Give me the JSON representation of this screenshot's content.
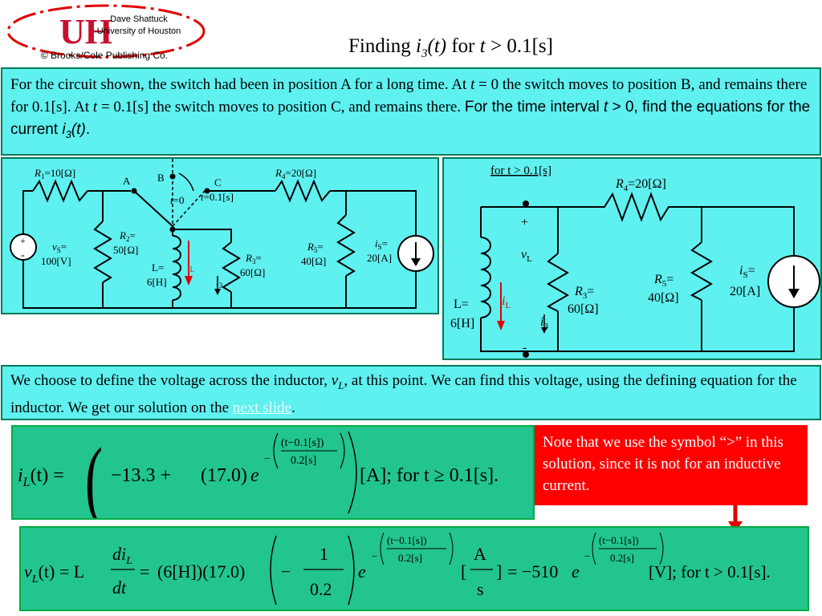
{
  "header": {
    "author": "Dave Shattuck",
    "institution": "University of Houston",
    "copyright": "© Brooks/Cole Publishing Co.",
    "logo_letters": "UH",
    "title_prefix": "Finding ",
    "title_var": "i",
    "title_sub": "3",
    "title_arg": "(t)",
    "title_for": " for ",
    "title_t": "t",
    "title_rest": " > 0.1[s]"
  },
  "problem": {
    "part1": "For the circuit shown, the switch had been in position A for a long time.  At ",
    "t1": "t",
    "part2": " = 0 the switch moves to position B, and remains there for 0.1[s].  At ",
    "t2": "t",
    "part3": " = 0.1[s] the switch moves to position C, and remains there.  ",
    "part4": "For the time interval ",
    "t3": "t",
    "part5": " > 0, find the equations for the current ",
    "var": "i",
    "sub": "3",
    "part6": "(t)",
    "part7": "."
  },
  "circuit_left": {
    "r1": "=10[Ω]",
    "r1_label": "R",
    "r1_sub": "1",
    "r4": "=20[Ω]",
    "r4_label": "R",
    "r4_sub": "4",
    "r2_label": "R",
    "r2_sub": "2",
    "r2_eq": "=",
    "r2_val": "50[Ω]",
    "r3_label": "R",
    "r3_sub": "3",
    "r3_eq": "=",
    "r3_val": "60[Ω]",
    "r5_label": "R",
    "r5_sub": "5",
    "r5_eq": "=",
    "r5_val": "40[Ω]",
    "vs_label": "v",
    "vs_sub": "S",
    "vs_eq": "=",
    "vs_val": "100[V]",
    "is_label": "i",
    "is_sub": "S",
    "is_eq": "=",
    "is_val": "20[A]",
    "l_label": "L=",
    "l_val": "6[H]",
    "il_label": "i",
    "il_sub": "L",
    "i3_label": "i",
    "i3_sub": "3",
    "pos_a": "A",
    "pos_b": "B",
    "pos_c": "C",
    "t0": "=0",
    "t01": "=0.1[s]",
    "t_label": "t",
    "plus": "+",
    "minus": "-"
  },
  "circuit_right": {
    "caption": "for t > 0.1[s]",
    "r4_label": "R",
    "r4_sub": "4",
    "r4_val": "=20[Ω]",
    "r3_label": "R",
    "r3_sub": "3",
    "r3_eq": "=",
    "r3_val": "60[Ω]",
    "r5_label": "R",
    "r5_sub": "5",
    "r5_eq": "=",
    "r5_val": "40[Ω]",
    "is_label": "i",
    "is_sub": "S",
    "is_eq": "=",
    "is_val": "20[A]",
    "l_label": "L=",
    "l_val": "6[H]",
    "il_label": "i",
    "il_sub": "L",
    "i3_label": "i",
    "i3_sub": "3",
    "vl_label": "v",
    "vl_sub": "L",
    "plus": "+",
    "minus": "-"
  },
  "explanation": {
    "part1": "We choose to define the voltage across the inductor, ",
    "var": "v",
    "sub": "L",
    "part2": ", at this point.  We can find this voltage, using the defining equation for the inductor.  We get our solution on the ",
    "link": "next slide",
    "part3": "."
  },
  "eq1": {
    "lhs_var": "i",
    "lhs_sub": "L",
    "lhs_arg": "(t) =",
    "c1": "−13.3 +",
    "c2": "(17.0)",
    "e": "e",
    "minus": "−",
    "exp_num": "(t−0.1[s])",
    "exp_den": "0.2[s]",
    "unit": "[A];  for t ≥ 0.1[s]."
  },
  "eq2": {
    "lhs_var": "v",
    "lhs_sub": "L",
    "lhs_arg": "(t) = L",
    "d_num": "di",
    "d_num_sub": "L",
    "d_den": "dt",
    "eq": "=",
    "coef1": "(6[H])(17.0)",
    "minus_sign": "−",
    "f_num": "1",
    "f_den": "0.2",
    "e": "e",
    "exp_num": "(t−0.1[s])",
    "exp_den": "0.2[s]",
    "unit_num": "A",
    "unit_den": "s",
    "rhs_coef": "= −510",
    "rhs_e": "e",
    "tail": "[V];  for t > 0.1[s]."
  },
  "note": {
    "text": "Note that we use the symbol “>” in this solution, since it is not for an inductive current."
  },
  "colors": {
    "cyan": "#5ff0f0",
    "green": "#22c58e",
    "red": "#ff0000",
    "arrow_red": "#e00000"
  }
}
